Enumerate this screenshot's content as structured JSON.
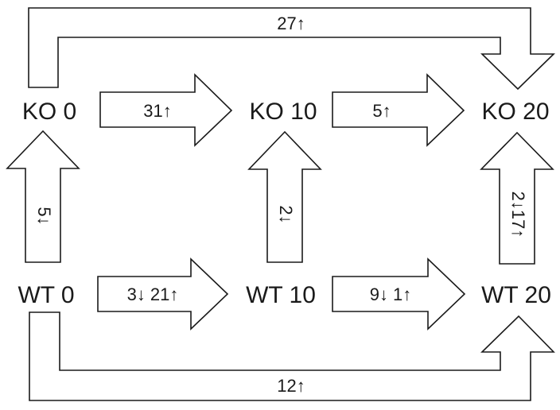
{
  "nodes": {
    "ko0": "KO 0",
    "ko10": "KO 10",
    "ko20": "KO 20",
    "wt0": "WT 0",
    "wt10": "WT 10",
    "wt20": "WT 20"
  },
  "edges": {
    "ko0_ko20": "27↑",
    "ko0_ko10": "31↑",
    "ko10_ko20": "5↑",
    "wt0_ko0": "5↓",
    "wt10_ko10": "2↓",
    "wt20_ko20": "2↓17↑",
    "wt0_wt10": "3↓ 21↑",
    "wt10_wt20": "9↓ 1↑",
    "wt0_wt20": "12↑"
  },
  "colors": {
    "stroke": "#1a1a1a",
    "fill": "#ffffff"
  }
}
